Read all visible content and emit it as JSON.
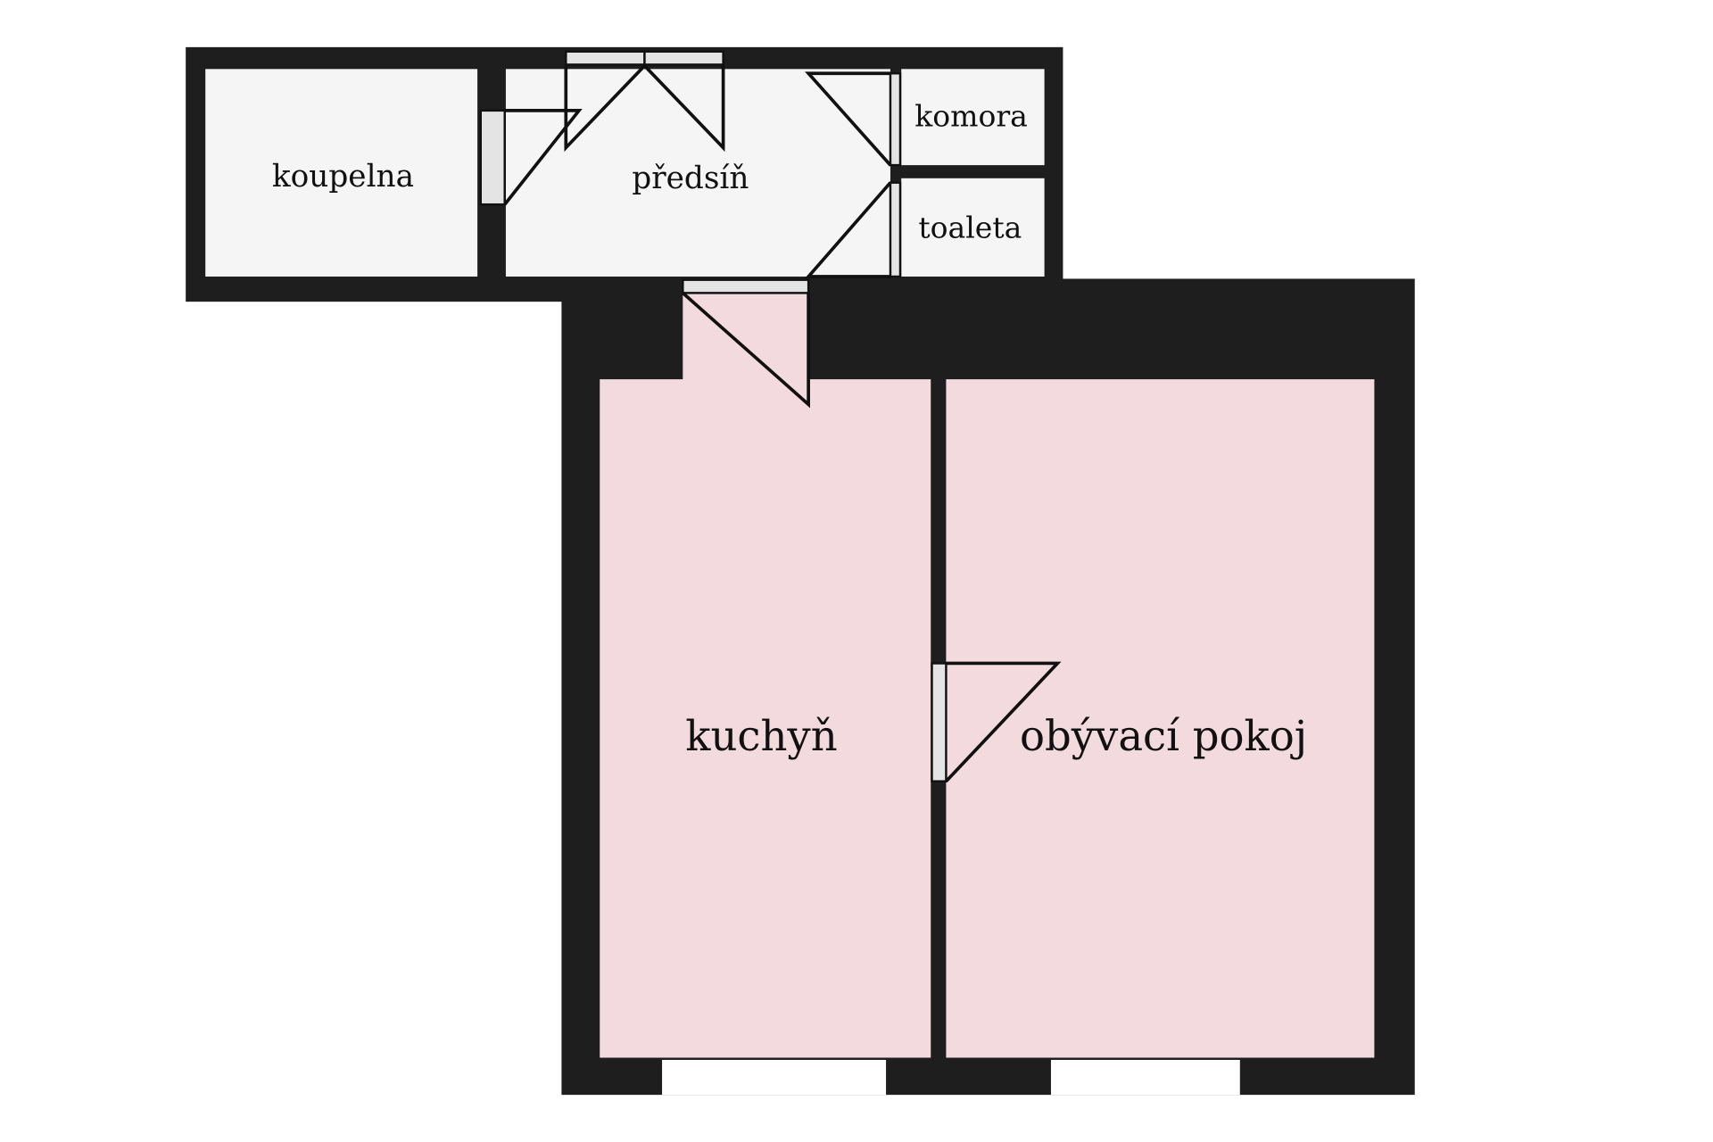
{
  "rooms": {
    "bathroom": "koupelna",
    "hallway": "předsíň",
    "storage": "komora",
    "toilet": "toaleta",
    "kitchen": "kuchyň",
    "living_room": "obývací pokoj"
  },
  "colors": {
    "wall": "#1e1e1e",
    "service_rooms": "#f5f5f5",
    "living_rooms": "#f3dade"
  }
}
